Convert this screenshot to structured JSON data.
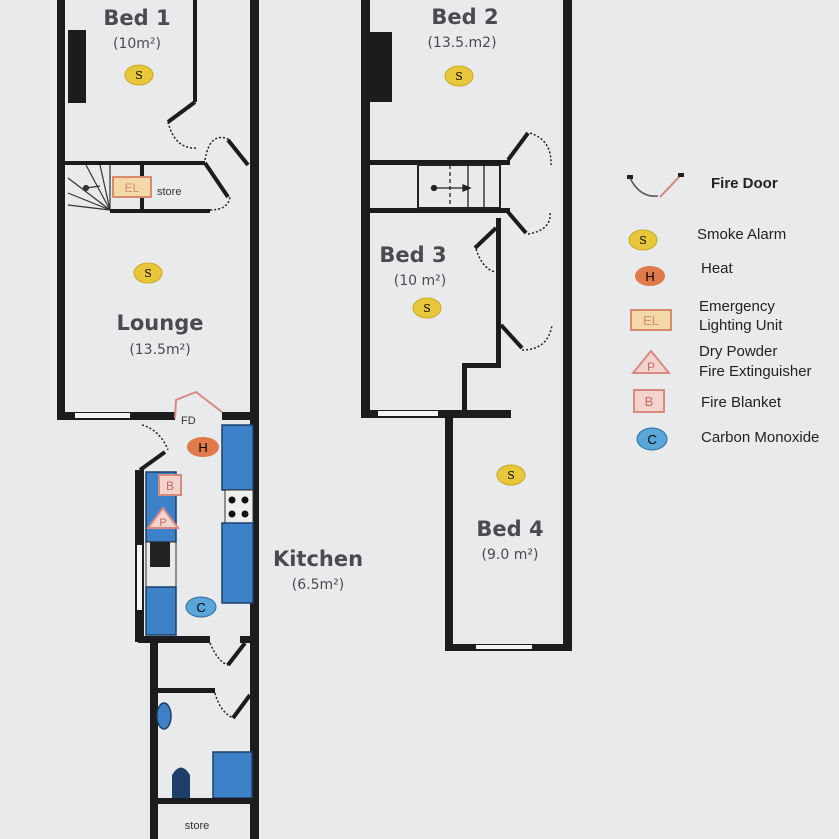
{
  "ground_floor": {
    "rooms": [
      {
        "name": "Bed 1",
        "area": "(10m²)"
      },
      {
        "name": "Lounge",
        "area": "(13.5m²)"
      },
      {
        "name": "Kitchen",
        "area": "(6.5m²)"
      }
    ],
    "store_labels": [
      "store",
      "store"
    ],
    "fire_door_label": "FD",
    "symbols": {
      "smoke": "S",
      "heat": "H",
      "blanket": "B",
      "extinguisher": "P",
      "co": "C",
      "emergency_light": "EL"
    }
  },
  "first_floor": {
    "rooms": [
      {
        "name": "Bed 2",
        "area": "(13.5.m2)"
      },
      {
        "name": "Bed 3",
        "area": "(10 m²)"
      },
      {
        "name": "Bed 4",
        "area": "(9.0 m²)"
      }
    ]
  },
  "legend": {
    "items": [
      {
        "symbol": "",
        "label": "Fire Door"
      },
      {
        "symbol": "S",
        "label": "Smoke Alarm"
      },
      {
        "symbol": "H",
        "label": "Heat"
      },
      {
        "symbol": "EL",
        "label": "Emergency",
        "label2": "Lighting Unit"
      },
      {
        "symbol": "P",
        "label": "Dry Powder",
        "label2": "Fire Extinguisher"
      },
      {
        "symbol": "B",
        "label": "Fire Blanket"
      },
      {
        "symbol": "C",
        "label": "Carbon Monoxide"
      }
    ]
  },
  "colors": {
    "paper": "#e9eaec",
    "wall": "#1c1c1e",
    "smoke": "#e8c83a",
    "heat": "#e07a4a",
    "co": "#5aa6d8",
    "fire_equipment": "#e08a80",
    "fixtures": "#3d82c9"
  }
}
